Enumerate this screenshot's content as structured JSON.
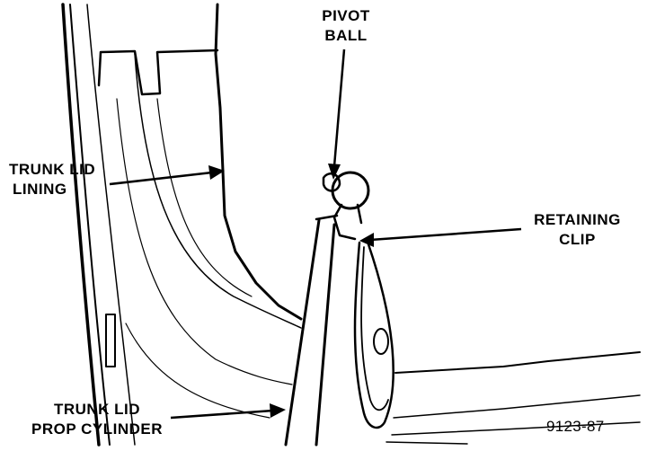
{
  "labels": {
    "pivot_ball": [
      "PIVOT",
      "BALL"
    ],
    "trunk_lid_lining": [
      "TRUNK LID",
      "LINING"
    ],
    "retaining_clip": [
      "RETAINING",
      "CLIP"
    ],
    "trunk_lid_prop_cylinder": [
      "TRUNK LID",
      "PROP CYLINDER"
    ]
  },
  "figure_number": "9123-87",
  "colors": {
    "ink": "#000000",
    "paper": "#ffffff"
  }
}
